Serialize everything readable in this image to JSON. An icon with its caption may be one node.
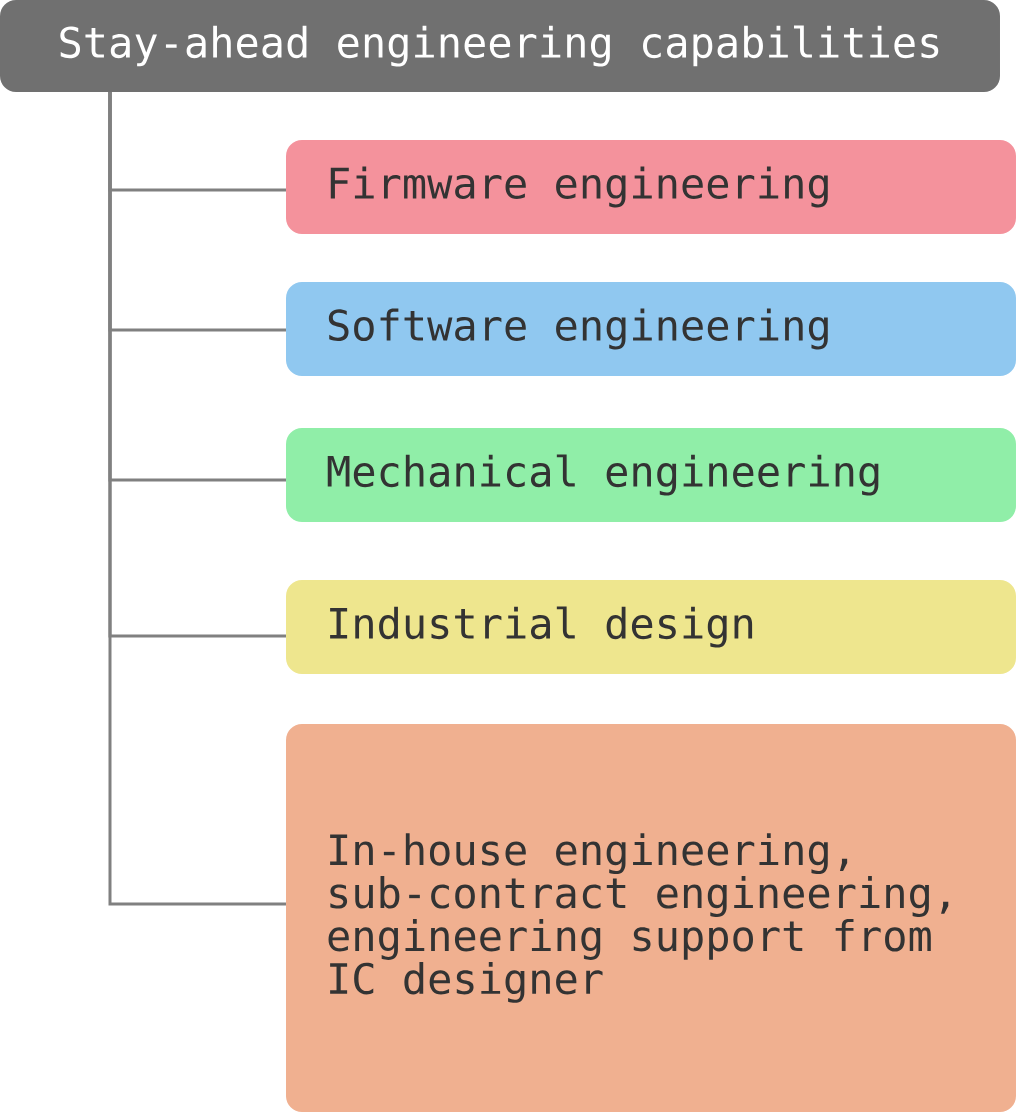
{
  "diagram": {
    "nodes": [
      {
        "text": [
          "Stay-ahead engineering capabilities"
        ]
      },
      {
        "text": [
          "Firmware engineering"
        ]
      },
      {
        "text": [
          "Software engineering"
        ]
      },
      {
        "text": [
          "Mechanical engineering"
        ]
      },
      {
        "text": [
          "Industrial design"
        ]
      },
      {
        "text": [
          "In-house engineering, sub-contract engineering, engineering support from IC designer"
        ]
      }
    ],
    "edges": [
      {
        "from": 0,
        "to": 1,
        "arrow": "none"
      },
      {
        "from": 0,
        "to": 2,
        "arrow": "none"
      },
      {
        "from": 0,
        "to": 3,
        "arrow": "none"
      },
      {
        "from": 0,
        "to": 4,
        "arrow": "none"
      },
      {
        "from": 0,
        "to": 5,
        "arrow": "none"
      }
    ]
  }
}
